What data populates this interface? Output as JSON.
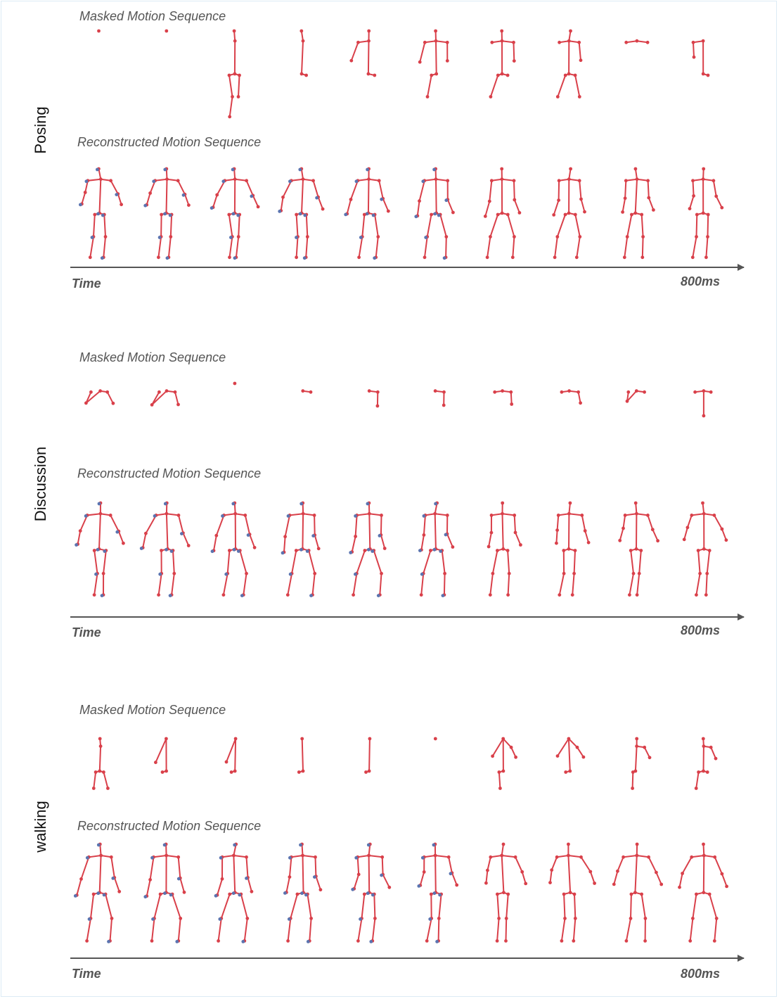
{
  "colors": {
    "bone": "#d9404a",
    "predicted_joint": "#5b74b0",
    "axis": "#555555"
  },
  "panels": [
    {
      "row_label": "Posing",
      "masked_label": "Masked Motion Sequence",
      "reconstructed_label": "Reconstructed Motion Sequence",
      "axis_start_label": "Time",
      "axis_end_label": "800ms"
    },
    {
      "row_label": "Discussion",
      "masked_label": "Masked Motion Sequence",
      "reconstructed_label": "Reconstructed Motion Sequence",
      "axis_start_label": "Time",
      "axis_end_label": "800ms"
    },
    {
      "row_label": "walking",
      "masked_label": "Masked Motion Sequence",
      "reconstructed_label": "Reconstructed Motion Sequence",
      "axis_start_label": "Time",
      "axis_end_label": "800ms"
    }
  ]
}
